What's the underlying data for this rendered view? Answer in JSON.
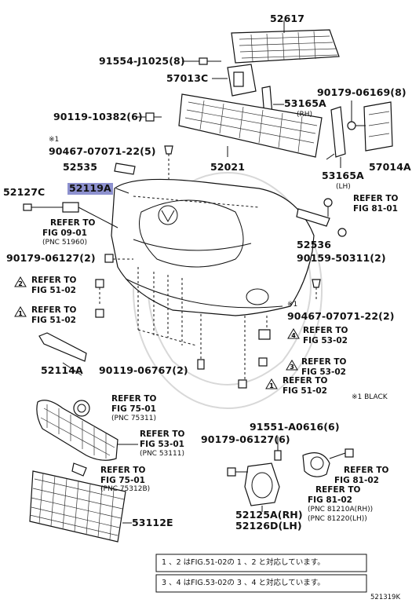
{
  "labels": {
    "p52617": "52617",
    "p91554": "91554-J1025(8)",
    "p57013c": "57013C",
    "p90179a": "90179-06169(8)",
    "p53165a_rh": "53165A",
    "rh": "(RH)",
    "p90119a": "90119-10382(6)",
    "star1a": "※1",
    "p90467a": "90467-07071-22(5)",
    "p52535": "52535",
    "p52021": "52021",
    "p53165a_lh": "53165A",
    "lh": "(LH)",
    "p57014a": "57014A",
    "p52127c": "52127C",
    "p52119a": "52119A",
    "ref_fig09": "REFER TO",
    "fig0901": "FIG 09-01",
    "pnc51960": "(PNC 51960)",
    "ref_fig81a": "REFER TO",
    "fig8101": "FIG 81-01",
    "p52536": "52536",
    "p90179b": "90179-06127(2)",
    "p90159": "90159-50311(2)",
    "ref2": "REFER TO",
    "fig5102a": "FIG 51-02",
    "ref1a": "REFER TO",
    "fig5102b": "FIG 51-02",
    "star1b": "※1",
    "p90467b": "90467-07071-22(2)",
    "ref4": "REFER TO",
    "fig5302a": "FIG 53-02",
    "p52114a": "52114A",
    "p90119b": "90119-06767(2)",
    "ref3": "REFER TO",
    "fig5302b": "FIG 53-02",
    "ref1b": "REFER TO",
    "fig5102c": "FIG 51-02",
    "black_note": "※1 BLACK",
    "ref_fig75a": "REFER TO",
    "fig7501a": "FIG 75-01",
    "pnc75311": "(PNC 75311)",
    "p91551": "91551-A0616(6)",
    "ref_fig53": "REFER TO",
    "fig5301": "FIG 53-01",
    "pnc53111": "(PNC 53111)",
    "p90179c": "90179-06127(6)",
    "ref_fig81b": "REFER TO",
    "fig8102a": "FIG 81-02",
    "ref_fig75b": "REFER TO",
    "fig7501b": "FIG 75-01",
    "pnc75312b": "(PNC 75312B)",
    "ref_fig81c": "REFER TO",
    "fig8102b": "FIG 81-02",
    "pnc81210": "(PNC 81210A(RH))",
    "pnc81220": "(PNC 81220(LH))",
    "p53112e": "53112E",
    "p52125a": "52125A(RH)",
    "p52126d": "52126D(LH)",
    "tri1": "1",
    "tri2": "2",
    "tri3": "3",
    "tri4": "4",
    "note1": "1 、2 はFIG.51-02の 1 、2 と対応しています。",
    "note2": "3 、4 はFIG.53-02の 3 、4 と対応しています。",
    "code": "521319K"
  }
}
